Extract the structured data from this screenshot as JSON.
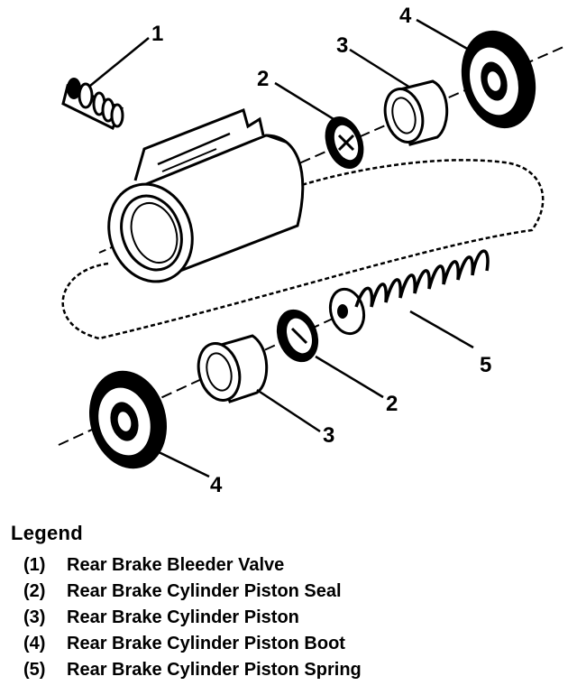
{
  "callouts": {
    "c1": "1",
    "c2_top": "2",
    "c3_top": "3",
    "c4_top": "4",
    "c5": "5",
    "c2_bottom": "2",
    "c3_bottom": "3",
    "c4_bottom": "4"
  },
  "legend": {
    "title": "Legend",
    "items": [
      {
        "num": "(1)",
        "label": "Rear Brake Bleeder Valve"
      },
      {
        "num": "(2)",
        "label": "Rear Brake Cylinder Piston Seal"
      },
      {
        "num": "(3)",
        "label": "Rear Brake Cylinder Piston"
      },
      {
        "num": "(4)",
        "label": "Rear Brake Cylinder Piston Boot"
      },
      {
        "num": "(5)",
        "label": "Rear Brake Cylinder Piston Spring"
      }
    ]
  }
}
